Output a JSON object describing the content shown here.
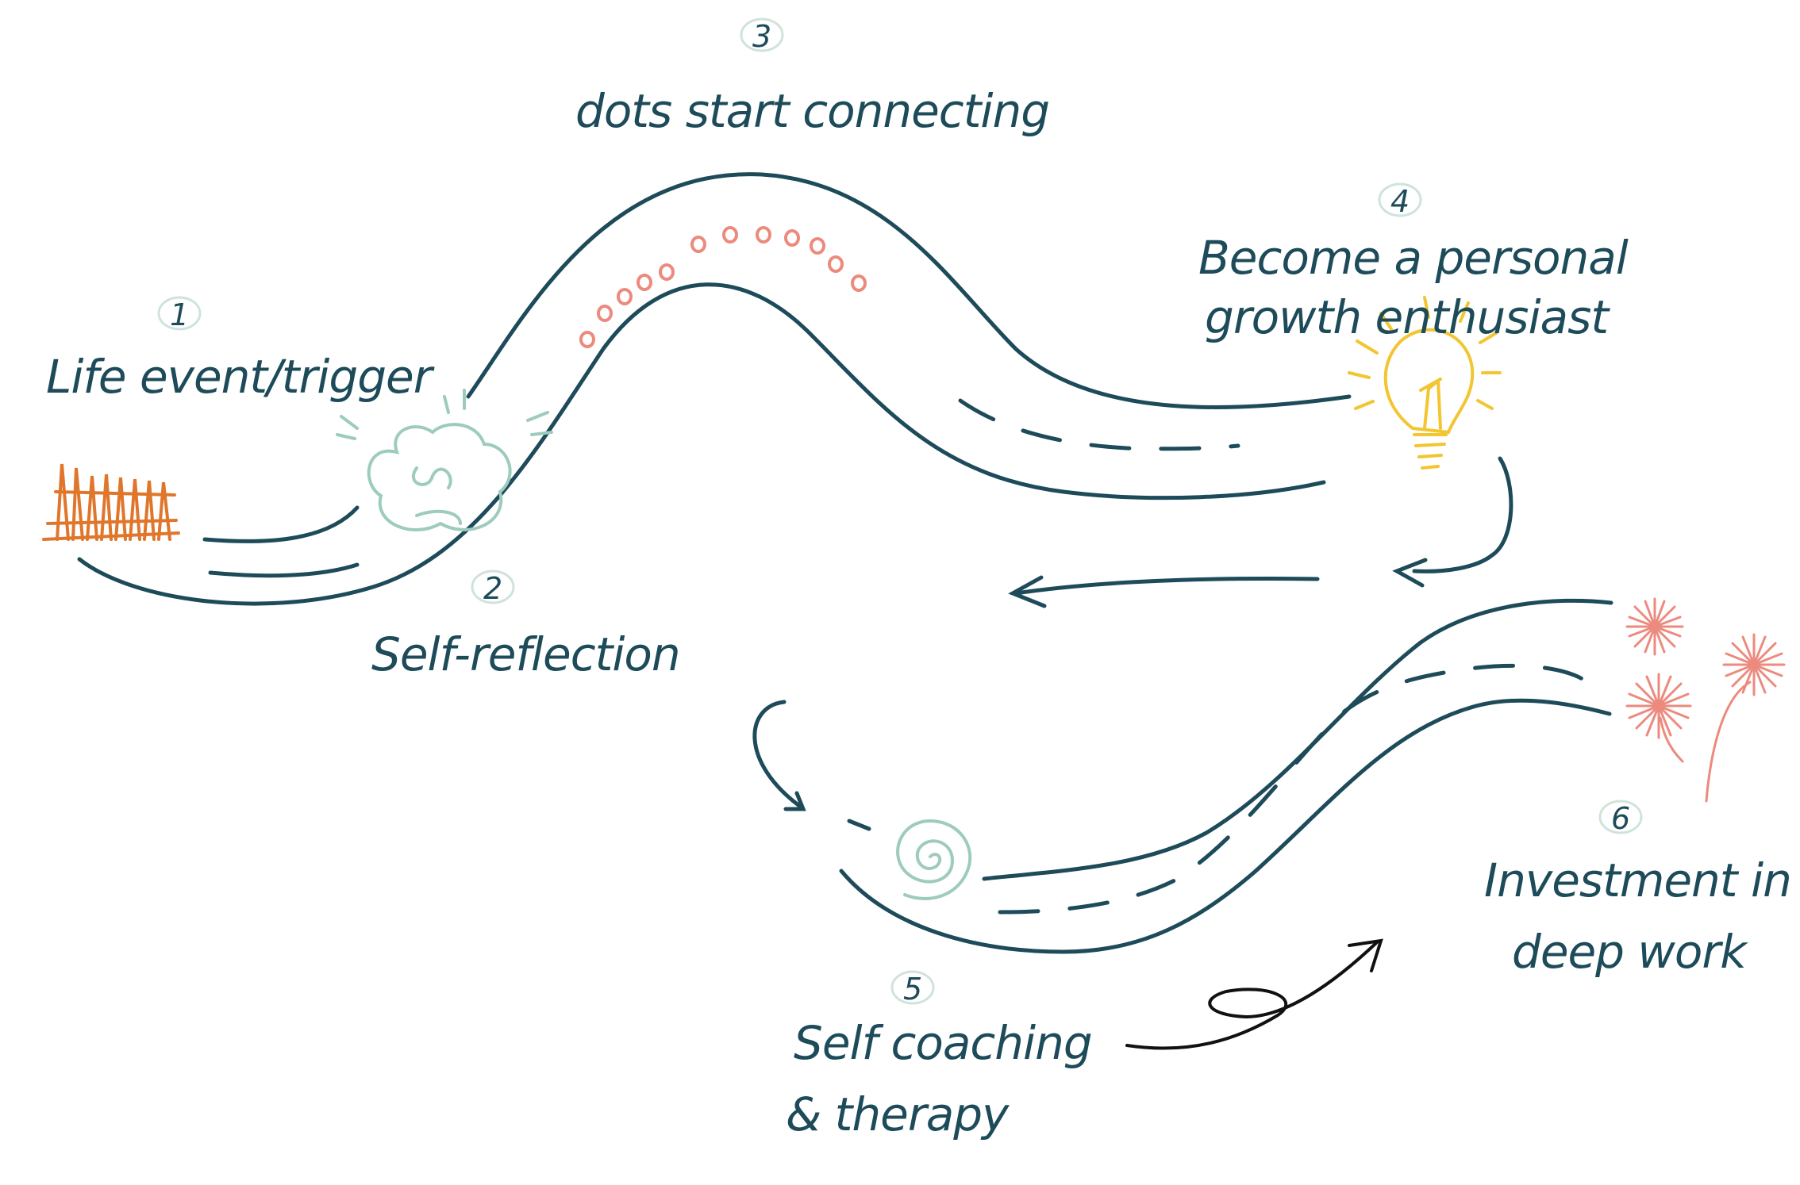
{
  "steps": [
    {
      "number": "1",
      "label_lines": [
        "Life event/trigger"
      ]
    },
    {
      "number": "2",
      "label_lines": [
        "Self-reflection"
      ]
    },
    {
      "number": "3",
      "label_lines": [
        "dots start connecting"
      ]
    },
    {
      "number": "4",
      "label_lines": [
        "Become a personal",
        "growth enthusiast"
      ]
    },
    {
      "number": "5",
      "label_lines": [
        "Self coaching",
        "& therapy"
      ]
    },
    {
      "number": "6",
      "label_lines": [
        "Investment in",
        "deep work"
      ]
    }
  ],
  "icons": {
    "trigger": "scribble-fence-icon",
    "reflection": "brain-icon",
    "dots": "dot-trail-icon",
    "idea": "lightbulb-icon",
    "coaching": "spiral-icon",
    "celebration": "fireworks-icon"
  },
  "colors": {
    "ink": "#1d4b5a",
    "trigger": "#e0762b",
    "mint": "#9dcbbd",
    "coral": "#ec8a7e",
    "bulb": "#f2c531",
    "black": "#111111"
  }
}
